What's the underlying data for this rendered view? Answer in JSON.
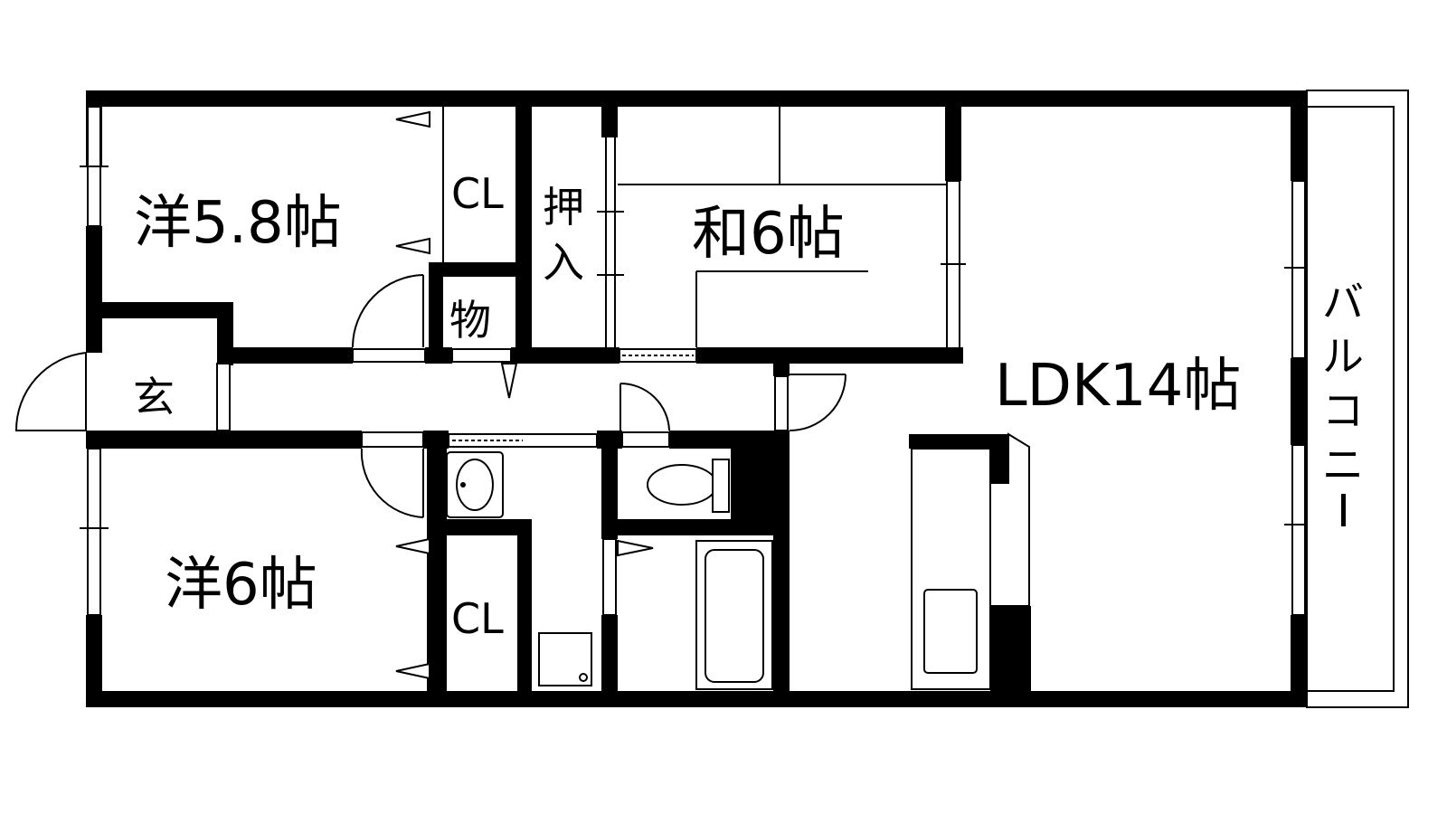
{
  "floor_plan": {
    "rooms": {
      "western_room_1": "洋5.8帖",
      "western_room_2": "洋6帖",
      "japanese_room": "和6帖",
      "ldk": "LDK14帖",
      "entrance": "玄",
      "storage": "物",
      "oshiire_line1": "押",
      "oshiire_line2": "入",
      "closet_1": "CL",
      "closet_2": "CL"
    },
    "balcony": [
      "バ",
      "ル",
      "コ",
      "ニ",
      "ー"
    ]
  }
}
